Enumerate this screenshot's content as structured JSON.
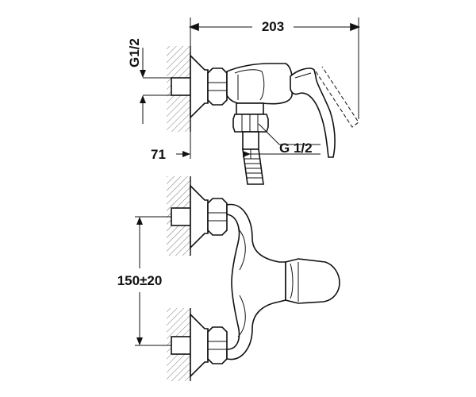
{
  "dimensions": {
    "overall_length": "203",
    "inlet_thread_top": "G1/2",
    "outlet_thread": "G 1/2",
    "outlet_offset": "71",
    "inlet_spacing": "150±20"
  },
  "colors": {
    "line": "#111111",
    "hatch": "#555555",
    "background": "#ffffff"
  }
}
